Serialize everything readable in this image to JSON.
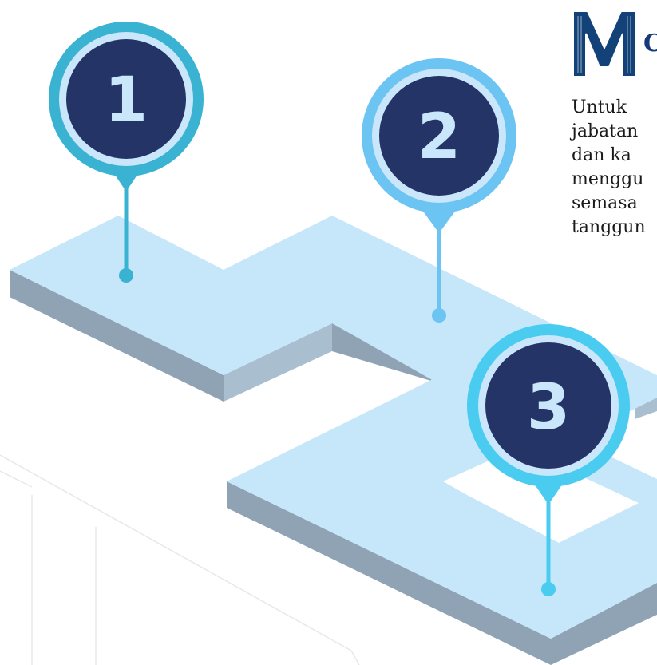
{
  "pins": [
    {
      "label": "1",
      "ring_color": "#3ab3d2",
      "inner_color": "#243467"
    },
    {
      "label": "2",
      "ring_color": "#6cc4f2",
      "inner_color": "#243467"
    },
    {
      "label": "3",
      "ring_color": "#49ccf0",
      "inner_color": "#243467"
    }
  ],
  "colors": {
    "path_top": "#c6e6fa",
    "path_side_dark": "#8fa3b4",
    "path_side_light": "#a9bfd0"
  },
  "dropcap": {
    "letter": "M",
    "color": "#124277"
  },
  "heading_fragment": "C",
  "body_lines": [
    "Untuk",
    "jabatan",
    "dan ka",
    "menggu",
    "semasa",
    "tanggun"
  ]
}
